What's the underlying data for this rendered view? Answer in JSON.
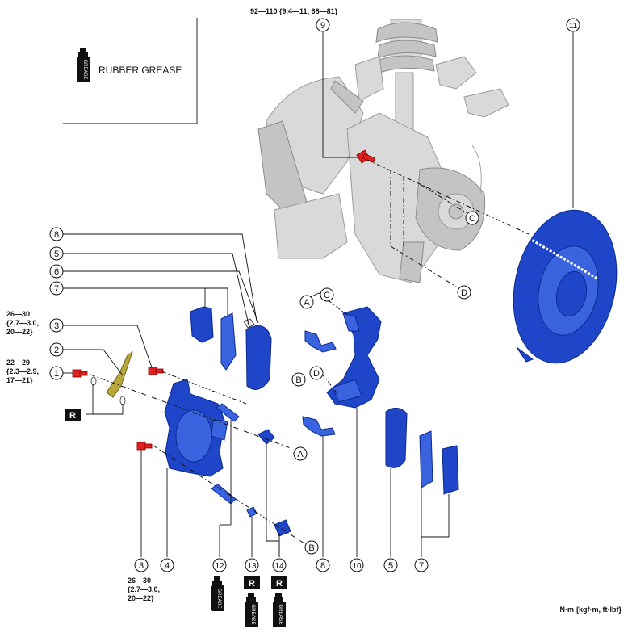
{
  "legend": {
    "grease_label": "RUBBER GREASE",
    "can_text": "GREASE"
  },
  "torque_top": "92—110 {9.4—11, 68—81}",
  "torque_1": [
    "22—29",
    "{2.3—2.9,",
    "17—21}"
  ],
  "torque_3a": [
    "26—30",
    "{2.7—3.0,",
    "20—22}"
  ],
  "torque_3b": [
    "26—30",
    "{2.7—3.0,",
    "20—22}"
  ],
  "r_mark": "R",
  "unit_note": "N·m {kgf·m, ft·lbf}",
  "callouts": {
    "c1": "1",
    "c2": "2",
    "c3a": "3",
    "c3b": "3",
    "c4": "4",
    "c5a": "5",
    "c5b": "5",
    "c6": "6",
    "c7a": "7",
    "c7b": "7",
    "c8a": "8",
    "c8b": "8",
    "c9": "9",
    "c10": "10",
    "c11": "11",
    "c12": "12",
    "c13": "13",
    "c14": "14"
  },
  "letters": {
    "A1": "A",
    "A2": "A",
    "B1": "B",
    "B2": "B",
    "C1": "C",
    "C2": "C",
    "D1": "D",
    "D2": "D"
  },
  "colors": {
    "part_blue": "#1f46c8",
    "bolt_red": "#e02020",
    "knuckle_gray": "#d9d9d9",
    "bracket_green": "#b8a83a"
  }
}
